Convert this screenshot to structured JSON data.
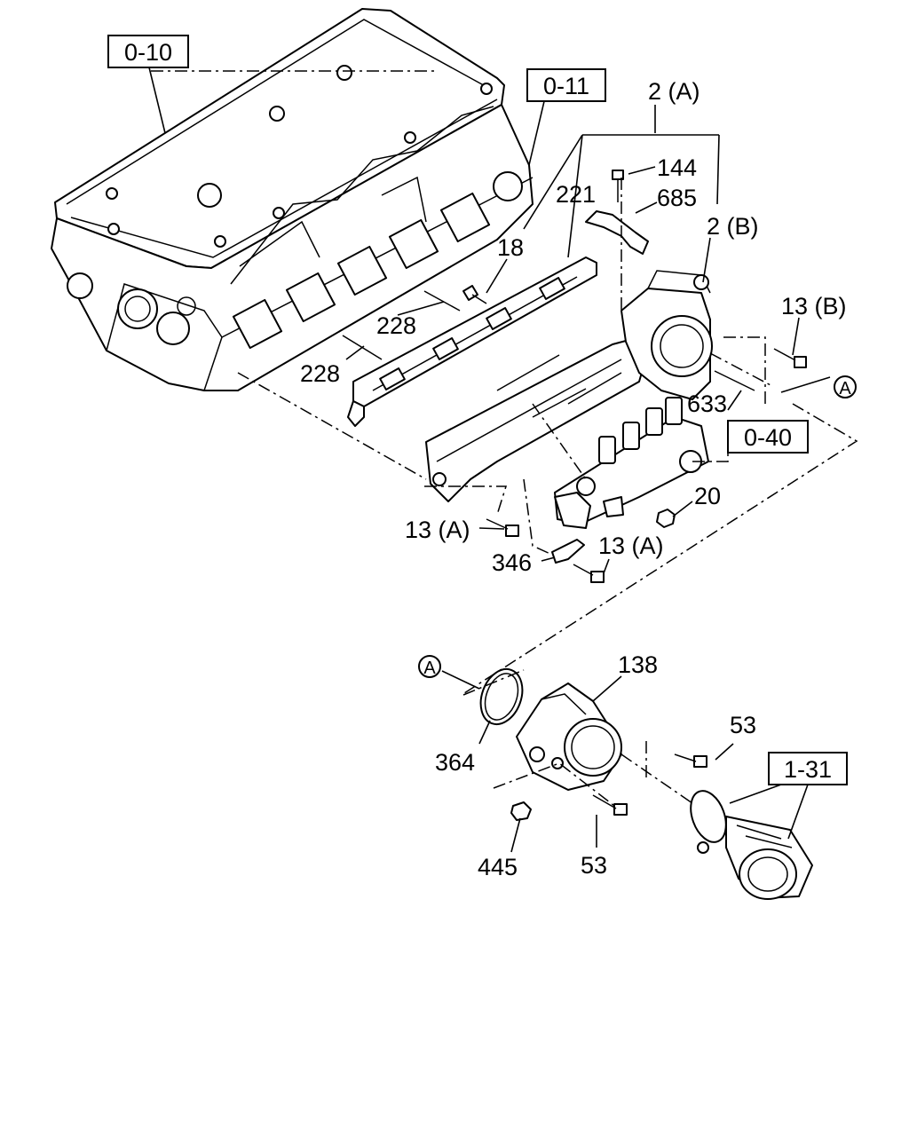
{
  "refs": {
    "r0_10": "0-10",
    "r0_11": "0-11",
    "r0_40": "0-40",
    "r1_31": "1-31"
  },
  "parts": {
    "p2a": "2 (A)",
    "p2b": "2 (B)",
    "p144": "144",
    "p685": "685",
    "p221": "221",
    "p18": "18",
    "p228a": "228",
    "p228b": "228",
    "p13b": "13 (B)",
    "p633": "633",
    "p20": "20",
    "p13a1": "13 (A)",
    "p13a2": "13 (A)",
    "p346": "346",
    "p138": "138",
    "p53a": "53",
    "p53b": "53",
    "p364": "364",
    "p445": "445"
  },
  "callouts": {
    "a1": "A",
    "a2": "A"
  }
}
